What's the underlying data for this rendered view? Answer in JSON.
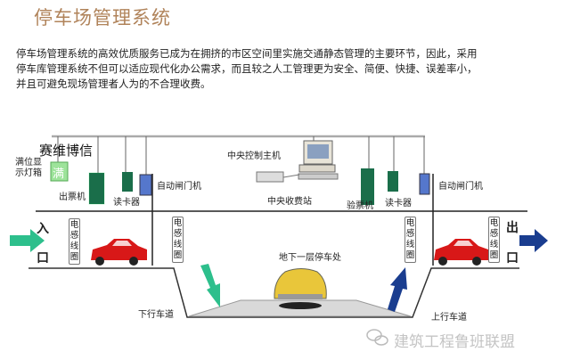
{
  "title": "停车场管理系统",
  "description": [
    "停车场管理系统的高效优质服务已成为在拥挤的市区空间里实施交通静态管理的主要环节，因此，采用",
    "停车库管理系统不但可以适应现代化办公需求，而且较之人工管理更为安全、简便、快捷、误差率小，",
    "并且可避免现场管理者人为的不合理收费。"
  ],
  "diagram": {
    "brand_label": "赛维博信",
    "full_sign_label": [
      "满位显",
      "示灯箱"
    ],
    "full_sign_text": "满",
    "ticket_machine": "出票机",
    "card_reader_in": "读卡器",
    "gate_in": "自动闸门机",
    "central_host": "中央控制主机",
    "central_station": "中央收费站",
    "ticket_checker": "验票机",
    "card_reader_out": "读卡器",
    "gate_out": "自动闸门机",
    "entrance": [
      "入",
      "口"
    ],
    "exit": [
      "出",
      "口"
    ],
    "coil": "电感线圈",
    "parking_area": "地下一层停车处",
    "down_ramp": "下行车道",
    "up_ramp": "上行车道"
  },
  "watermark": "建筑工程鲁班联盟",
  "colors": {
    "title": "#b0835a",
    "green_arrow": "#2dbf8c",
    "blue_arrow": "#1a3d8f",
    "kiosk": "#1a6e4a",
    "gate": "#5577cc",
    "car": "#d81818"
  }
}
